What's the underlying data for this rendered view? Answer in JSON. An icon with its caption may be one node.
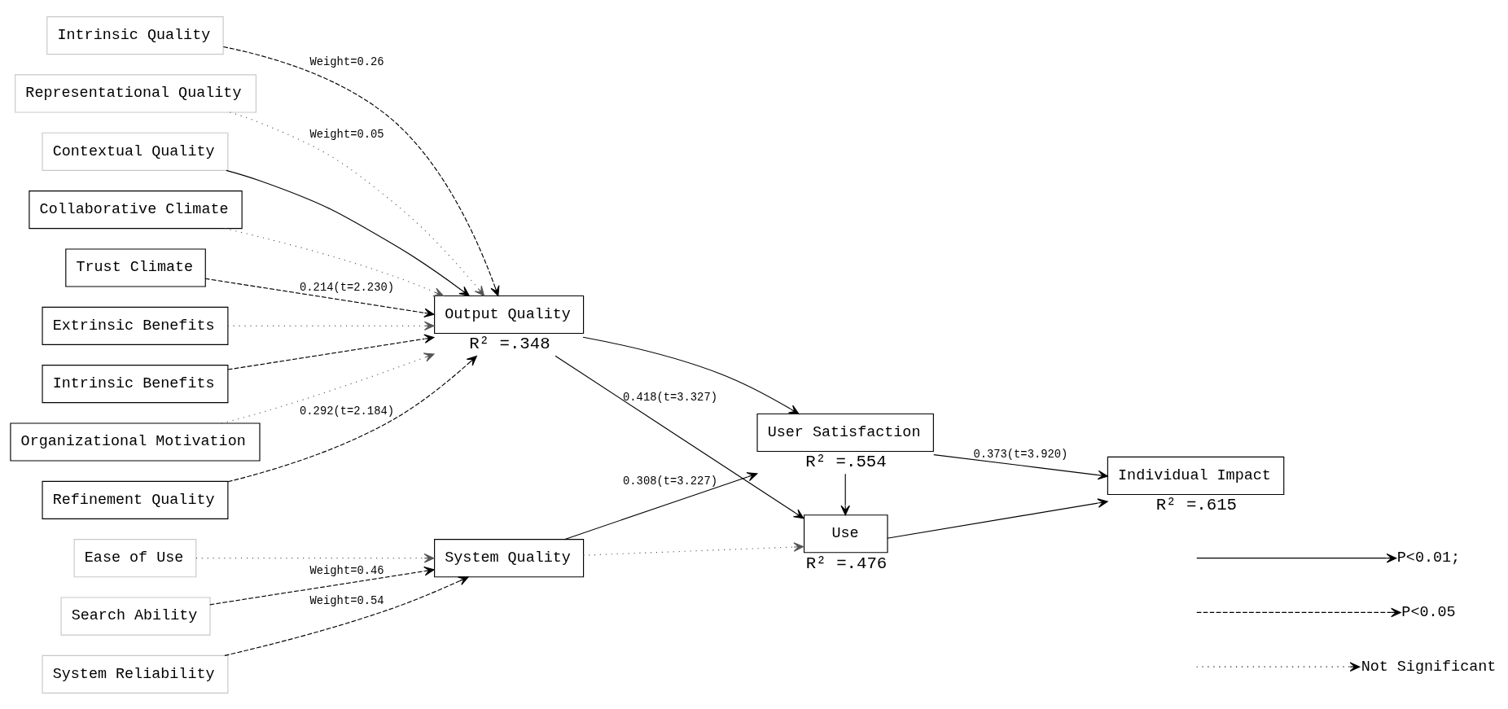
{
  "diagram": {
    "nodes": [
      {
        "text": [
          "Collaborative Climate"
        ]
      },
      {
        "text": [
          "Trust Climate"
        ]
      },
      {
        "text": [
          "Extrinsic Benefits"
        ]
      },
      {
        "text": [
          "Intrinsic Benefits"
        ]
      },
      {
        "text": [
          "Organizational Motivation"
        ]
      },
      {
        "text": [
          "Refinement Quality"
        ]
      },
      {
        "text": [
          "Intrinsic Quality"
        ]
      },
      {
        "text": [
          "Representational Quality"
        ]
      },
      {
        "text": [
          "Contextual Quality"
        ]
      },
      {
        "text": [
          "Output Quality"
        ],
        "beside": [
          "R² =.348"
        ]
      },
      {
        "text": [
          "System Quality"
        ]
      },
      {
        "text": [
          "Ease of Use"
        ]
      },
      {
        "text": [
          "Search Ability"
        ]
      },
      {
        "text": [
          "System Reliability"
        ]
      },
      {
        "text": [
          "User Satisfaction"
        ],
        "beside": [
          "R² =.554"
        ]
      },
      {
        "text": [
          "Use"
        ],
        "beside": [
          "R² =.476"
        ]
      },
      {
        "text": [
          "Individual Impact"
        ],
        "beside": [
          "R² =.615"
        ]
      }
    ],
    "edges": [
      {
        "from": 0,
        "to": 9,
        "arrow": "to",
        "style": "dashed",
        "color": "#555555"
      },
      {
        "from": 1,
        "to": 9,
        "arrow": "to",
        "style": "dashed",
        "label": "0.214(t=2.230)"
      },
      {
        "from": 2,
        "to": 9,
        "arrow": "to",
        "style": "dashed",
        "color": "#555555"
      },
      {
        "from": 3,
        "to": 9,
        "arrow": "to",
        "style": "dashed"
      },
      {
        "from": 4,
        "to": 9,
        "arrow": "to",
        "style": "dashed",
        "color": "#555555"
      },
      {
        "from": 5,
        "to": 9,
        "arrow": "to",
        "style": "dashed",
        "label": "0.292(t=2.184)"
      },
      {
        "from": 6,
        "to": 9,
        "arrow": "to",
        "style": "dashed",
        "label": "Weight=0.26"
      },
      {
        "from": 7,
        "to": 9,
        "arrow": "to",
        "style": "dashed",
        "color": "#555555",
        "label": "Weight=0.05"
      },
      {
        "from": 8,
        "to": 9,
        "arrow": "to"
      },
      {
        "from": 11,
        "to": 10,
        "arrow": "to",
        "style": "dashed",
        "color": "#555555"
      },
      {
        "from": 12,
        "to": 10,
        "arrow": "to",
        "style": "dashed",
        "label": "Weight=0.46"
      },
      {
        "from": 13,
        "to": 10,
        "arrow": "to",
        "style": "dashed",
        "label": "Weight=0.54"
      },
      {
        "from": 9,
        "to": 14,
        "arrow": "to"
      },
      {
        "from": 9,
        "to": 15,
        "arrow": "to",
        "label": "0.418(t=3.327)"
      },
      {
        "from": 10,
        "to": 14,
        "arrow": "to",
        "label": "0.308(t=3.227)"
      },
      {
        "from": 10,
        "to": 15,
        "arrow": "to",
        "style": "dashed",
        "color": "#555555"
      },
      {
        "from": 14,
        "to": 15,
        "arrow": "to"
      },
      {
        "from": 14,
        "to": 16,
        "arrow": "to",
        "label": "0.373(t=3.920)"
      },
      {
        "from": 15,
        "to": 16,
        "arrow": "to"
      }
    ],
    "legend": [
      {
        "text": "P<0.01;"
      },
      {
        "text": "P<0.05"
      },
      {
        "text": "Not Significant"
      }
    ]
  }
}
